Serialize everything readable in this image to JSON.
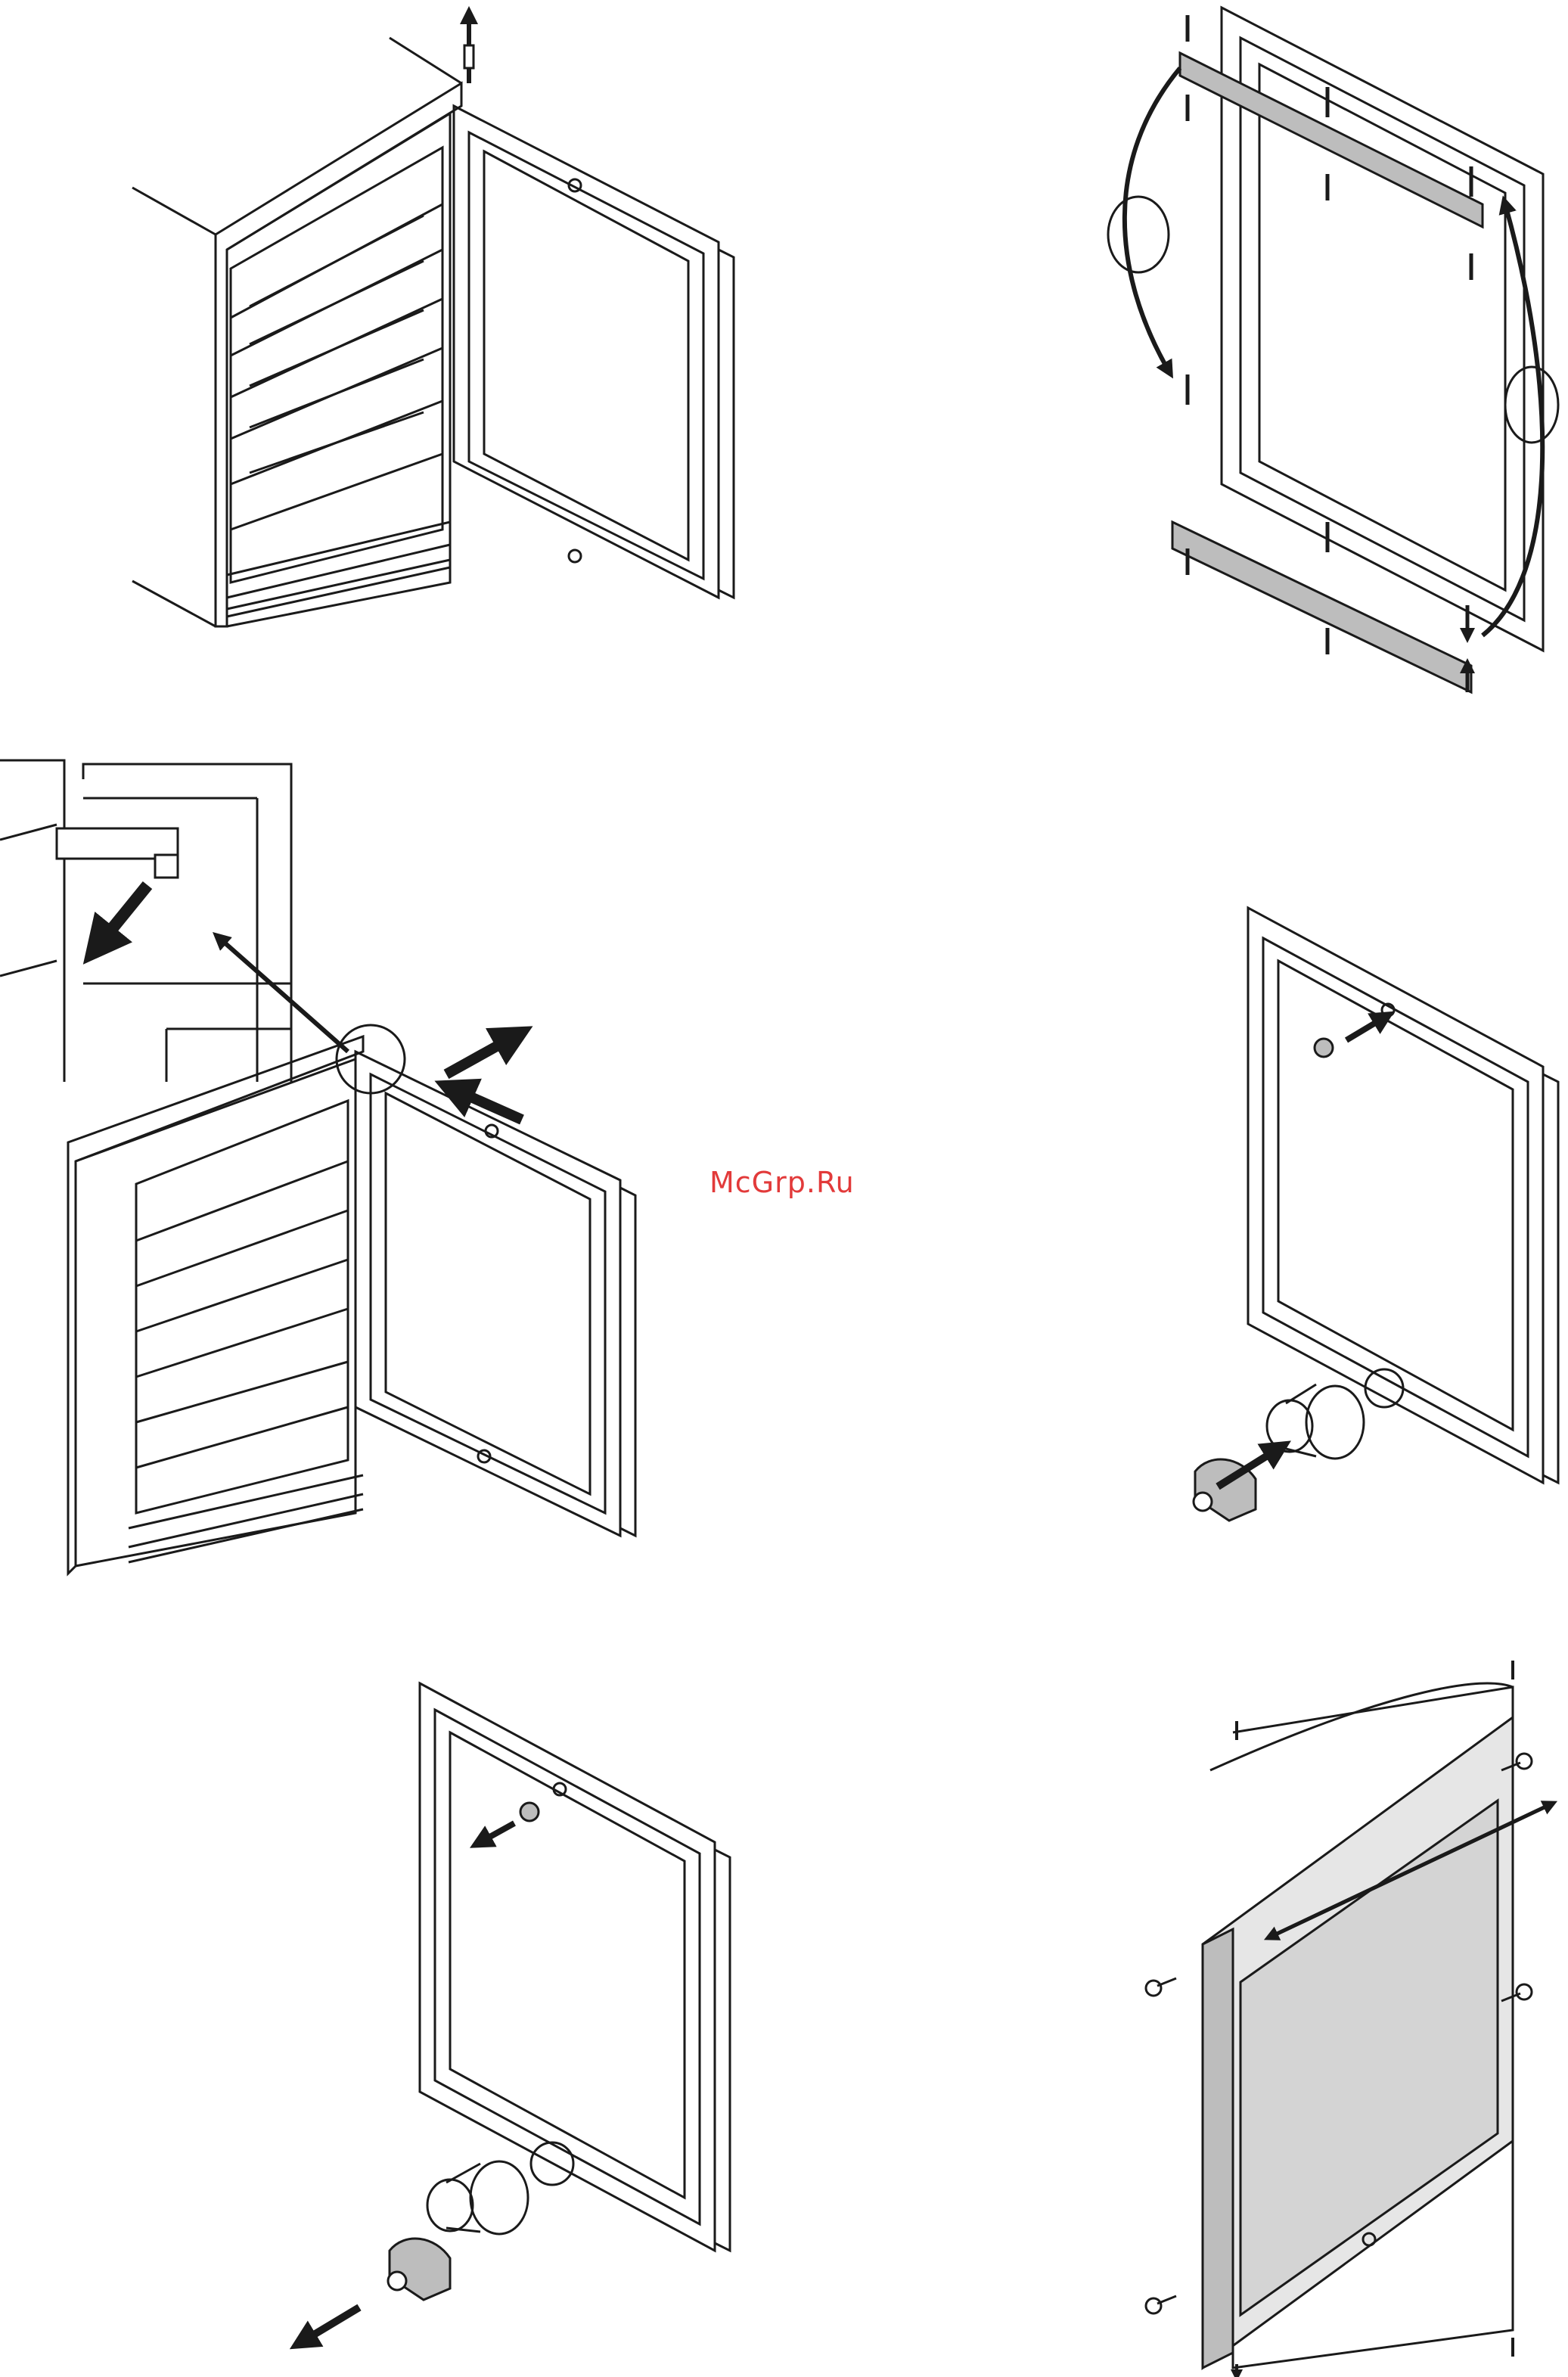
{
  "watermark": {
    "text": "McGrp.Ru",
    "color": "#e23a3a"
  },
  "figures": [
    {
      "id": "step-1",
      "icon": "wine-cooler-open-door-illustration"
    },
    {
      "id": "step-2",
      "icon": "door-hinge-brackets-swap-illustration"
    },
    {
      "id": "step-3",
      "icon": "hinge-detail-callout-illustration"
    },
    {
      "id": "step-4",
      "icon": "door-bushing-insert-illustration"
    },
    {
      "id": "step-5",
      "icon": "door-bushing-remove-illustration"
    },
    {
      "id": "step-6",
      "icon": "door-panel-glass-illustration"
    }
  ],
  "colors": {
    "line": "#1a1a1a",
    "panel-fill": "#e6e6e6",
    "bracket-fill": "#bdbdbd"
  }
}
